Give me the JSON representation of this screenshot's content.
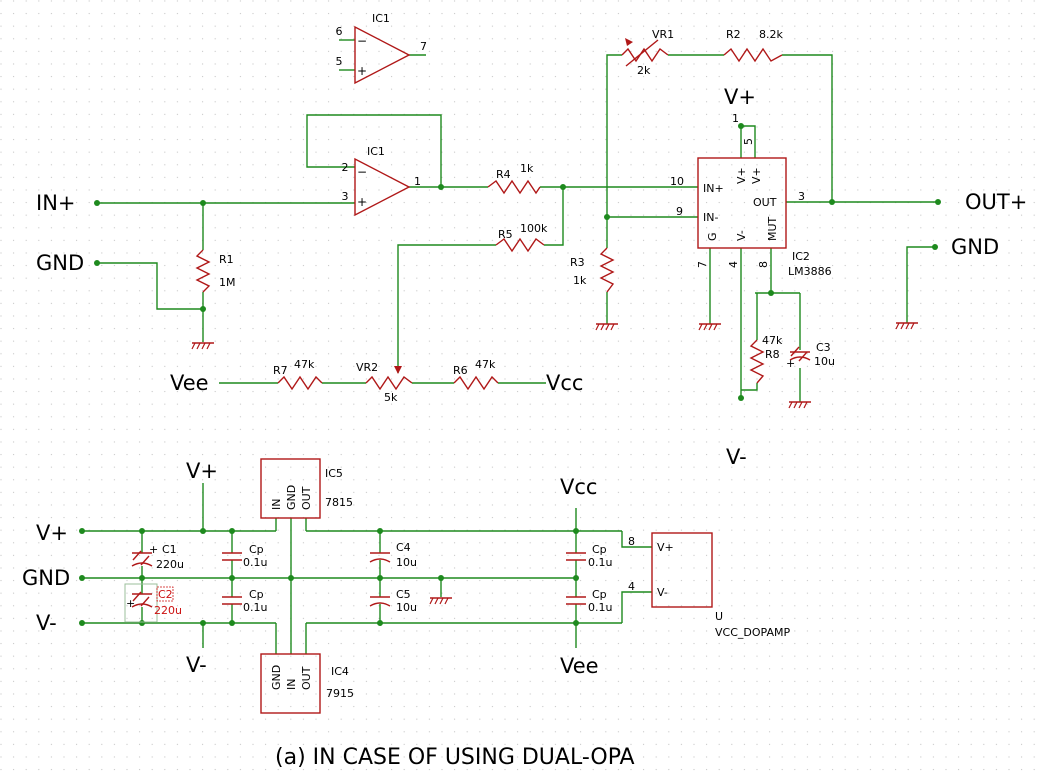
{
  "caption": "(a) IN CASE OF USING DUAL-OPA",
  "nets": {
    "in_plus": "IN+",
    "gnd_in": "GND",
    "out_plus": "OUT+",
    "gnd_out": "GND",
    "vee": "Vee",
    "vcc": "Vcc",
    "vplus_top": "V+",
    "vminus_bot": "V-",
    "ps_vplus_rail": "V+",
    "ps_gnd_rail": "GND",
    "ps_vminus_rail": "V-",
    "ps_vplus_top": "V+",
    "ps_vminus_bot": "V-",
    "ps_vcc": "Vcc",
    "ps_vee": "Vee"
  },
  "components": {
    "ic1a": {
      "ref": "IC1",
      "pin_inv": "6",
      "pin_noninv": "5",
      "pin_out": "7"
    },
    "ic1b": {
      "ref": "IC1",
      "pin_inv": "2",
      "pin_noninv": "3",
      "pin_out": "1"
    },
    "vr1": {
      "ref": "VR1",
      "value": "2k"
    },
    "r2": {
      "ref": "R2",
      "value": "8.2k"
    },
    "r4": {
      "ref": "R4",
      "value": "1k"
    },
    "r5": {
      "ref": "R5",
      "value": "100k"
    },
    "r1": {
      "ref": "R1",
      "value": "1M"
    },
    "r3": {
      "ref": "R3",
      "value": "1k"
    },
    "r7": {
      "ref": "R7",
      "value": "47k"
    },
    "vr2": {
      "ref": "VR2",
      "value": "5k"
    },
    "r6": {
      "ref": "R6",
      "value": "47k"
    },
    "r8": {
      "ref": "R8",
      "value": "47k"
    },
    "c3": {
      "ref": "C3",
      "value": "10u"
    },
    "ic2": {
      "ref": "IC2",
      "part": "LM3886",
      "pin_in_plus": "IN+",
      "pin_in_minus": "IN-",
      "pin_g": "G",
      "pin_vneg": "V-",
      "pin_mut": "MUT",
      "pin_out": "OUT",
      "pin_vp1": "V+",
      "pin_vp2": "V+",
      "num_10": "10",
      "num_9": "9",
      "num_3": "3",
      "num_1": "1",
      "num_5": "5",
      "num_7": "7",
      "num_4": "4",
      "num_8": "8"
    },
    "ic5": {
      "ref": "IC5",
      "part": "7815",
      "p_in": "IN",
      "p_gnd": "GND",
      "p_out": "OUT"
    },
    "ic4": {
      "ref": "IC4",
      "part": "7915",
      "p_gnd": "GND",
      "p_in": "IN",
      "p_out": "OUT"
    },
    "c1": {
      "ref": "C1",
      "value": "220u"
    },
    "c2": {
      "ref": "C2",
      "value": "220u"
    },
    "cp1": {
      "ref": "Cp",
      "value": "0.1u"
    },
    "cp2": {
      "ref": "Cp",
      "value": "0.1u"
    },
    "cp3": {
      "ref": "Cp",
      "value": "0.1u"
    },
    "cp4": {
      "ref": "Cp",
      "value": "0.1u"
    },
    "c4": {
      "ref": "C4",
      "value": "10u"
    },
    "c5": {
      "ref": "C5",
      "value": "10u"
    },
    "u": {
      "ref": "U",
      "part": "VCC_DOPAMP",
      "pin_vp": "V+",
      "pin_vm": "V-",
      "num_8": "8",
      "num_4": "4"
    }
  }
}
